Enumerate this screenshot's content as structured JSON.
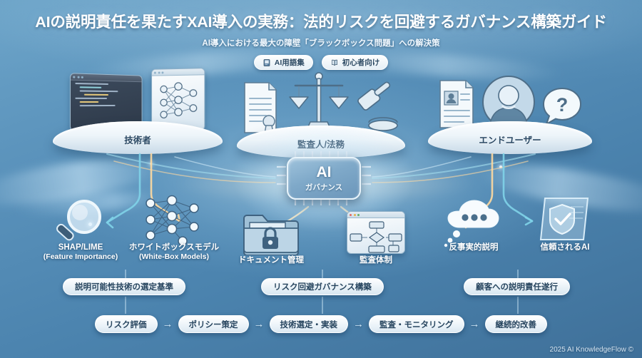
{
  "header": {
    "title": "AIの説明責任を果たすXAI導入の実務：法的リスクを回避するガバナンス構築ガイド",
    "subtitle": "AI導入における最大の障壁「ブラックボックス問題」への解決策",
    "badges": [
      {
        "label": "AI用語集",
        "icon": "book-closed-icon"
      },
      {
        "label": "初心者向け",
        "icon": "book-open-icon"
      }
    ]
  },
  "pods": [
    {
      "id": "engineer",
      "label": "技術者",
      "icons": [
        "code-editor-icon",
        "neural-network-icon"
      ]
    },
    {
      "id": "auditor",
      "label": "監査人/法務",
      "icons": [
        "certificate-icon",
        "scales-of-justice-icon",
        "gavel-icon"
      ]
    },
    {
      "id": "enduser",
      "label": "エンドユーザー",
      "icons": [
        "profile-document-icon",
        "user-avatar-icon",
        "question-bubble-icon"
      ]
    }
  ],
  "core": {
    "title": "AI",
    "subtitle": "ガバナンス",
    "icon": "cpu-chip-icon"
  },
  "tech_items": [
    {
      "id": "shap-lime",
      "icon": "magnifier-icon",
      "line1": "SHAP/LIME",
      "line2": "(Feature Importance)"
    },
    {
      "id": "white-box",
      "icon": "neural-network-icon",
      "line1": "ホワイトボックスモデル",
      "line2": "(White-Box Models)"
    },
    {
      "id": "document-mgmt",
      "icon": "locked-folder-icon",
      "line1": "ドキュメント管理",
      "line2": ""
    },
    {
      "id": "audit-system",
      "icon": "flowchart-window-icon",
      "line1": "監査体制",
      "line2": ""
    },
    {
      "id": "counterfactual",
      "icon": "thought-cloud-icon",
      "line1": "反事実的説明",
      "line2": ""
    },
    {
      "id": "trusted-ai",
      "icon": "shield-check-icon",
      "line1": "信頼されるAI",
      "line2": ""
    }
  ],
  "outcome_pills": [
    {
      "id": "selection-criteria",
      "label": "説明可能性技術の選定基準"
    },
    {
      "id": "risk-governance",
      "label": "リスク回避ガバナンス構築"
    },
    {
      "id": "accountability",
      "label": "顧客への説明責任遂行"
    }
  ],
  "flow": {
    "arrow": "→",
    "steps": [
      {
        "id": "risk-assessment",
        "label": "リスク評価"
      },
      {
        "id": "policy-making",
        "label": "ポリシー策定"
      },
      {
        "id": "tech-implementation",
        "label": "技術選定・実装"
      },
      {
        "id": "audit-monitoring",
        "label": "監査・モニタリング"
      },
      {
        "id": "continuous-improvement",
        "label": "継続的改善"
      }
    ]
  },
  "footer": {
    "text": "2025 AI KnowledgeFlow ©"
  },
  "colors": {
    "background_top": "#6ba3c8",
    "background_bottom": "#3f7099",
    "panel_light": "#eef5fa",
    "text_dark": "#27455f",
    "text_light": "#ffffff",
    "arrow_cool": "#7fd3e8",
    "arrow_warm": "#ffd9a0"
  }
}
